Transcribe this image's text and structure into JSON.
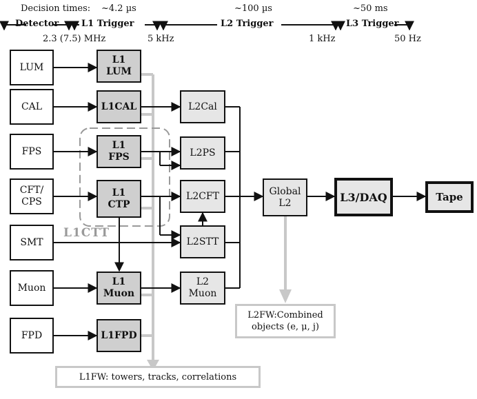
{
  "header": {
    "decision_times": "Decision times:",
    "t_l1": "~4.2 µs",
    "t_l2": "~100 µs",
    "t_l3": "~50 ms",
    "detector": "Detector",
    "l1_trigger": "L1 Trigger",
    "l2_trigger": "L2 Trigger",
    "l3_trigger": "L3 Trigger",
    "rate_in": "2.3 (7.5) MHz",
    "rate_l1": "5 kHz",
    "rate_l2": "1 kHz",
    "rate_l3": "50 Hz"
  },
  "detectors": [
    "LUM",
    "CAL",
    "FPS",
    "CFT/\nCPS",
    "SMT",
    "Muon",
    "FPD"
  ],
  "l1_boxes": [
    "L1\nLUM",
    "L1CAL",
    "L1\nFPS",
    "L1\nCTP",
    "L1\nMuon",
    "L1FPD"
  ],
  "l2_boxes": [
    "L2Cal",
    "L2PS",
    "L2CFT",
    "L2STT",
    "L2\nMuon"
  ],
  "global_l2": "Global\nL2",
  "l3_daq": "L3/DAQ",
  "tape": "Tape",
  "l1ctt": "L1CTT",
  "l2fw_note": "L2FW:Combined\nobjects  (e, μ, j)",
  "l1fw_note": "L1FW: towers, tracks, correlations",
  "colors": {
    "line": "#111111",
    "l1_fill": "#cfcfcf",
    "l2_fill": "#e6e6e6",
    "feed_gray": "#c8c8c8",
    "dashed": "#999999"
  }
}
